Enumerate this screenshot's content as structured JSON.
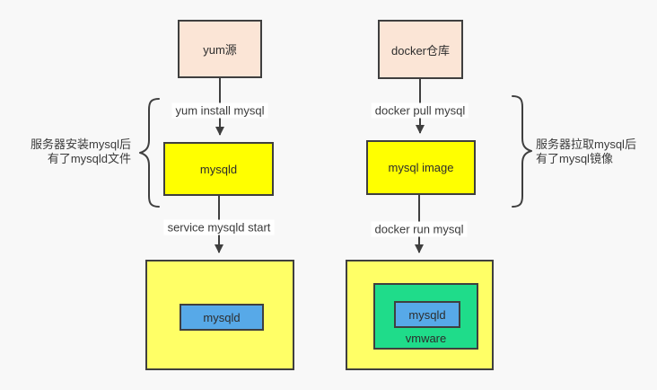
{
  "colors": {
    "background": "#f8f8f8",
    "stroke": "#3f3f3f",
    "peach": "#fbe5d6",
    "yellow": "#ffff00",
    "light_yellow": "#ffff66",
    "blue": "#57a9e8",
    "green": "#1fdc8a",
    "label_bg": "#ffffff",
    "text": "#2d2d2d"
  },
  "flows": {
    "left": {
      "source": {
        "label": "yum源"
      },
      "step1": {
        "label": "yum install mysql"
      },
      "artifact": {
        "label": "mysqld"
      },
      "step2": {
        "label": "service mysqld start"
      },
      "server": {
        "inner": {
          "label": "mysqld"
        }
      }
    },
    "right": {
      "source": {
        "label": "docker仓库"
      },
      "step1": {
        "label": "docker pull mysql"
      },
      "artifact": {
        "label": "mysql image"
      },
      "step2": {
        "label": "docker run mysql"
      },
      "server": {
        "container_label": "vmware",
        "inner": {
          "label": "mysqld"
        }
      }
    }
  },
  "annotations": {
    "left": {
      "line1": "服务器安装mysql后",
      "line2": "有了mysqld文件"
    },
    "right": {
      "line1": "服务器拉取mysql后",
      "line2": "有了mysql镜像"
    }
  }
}
